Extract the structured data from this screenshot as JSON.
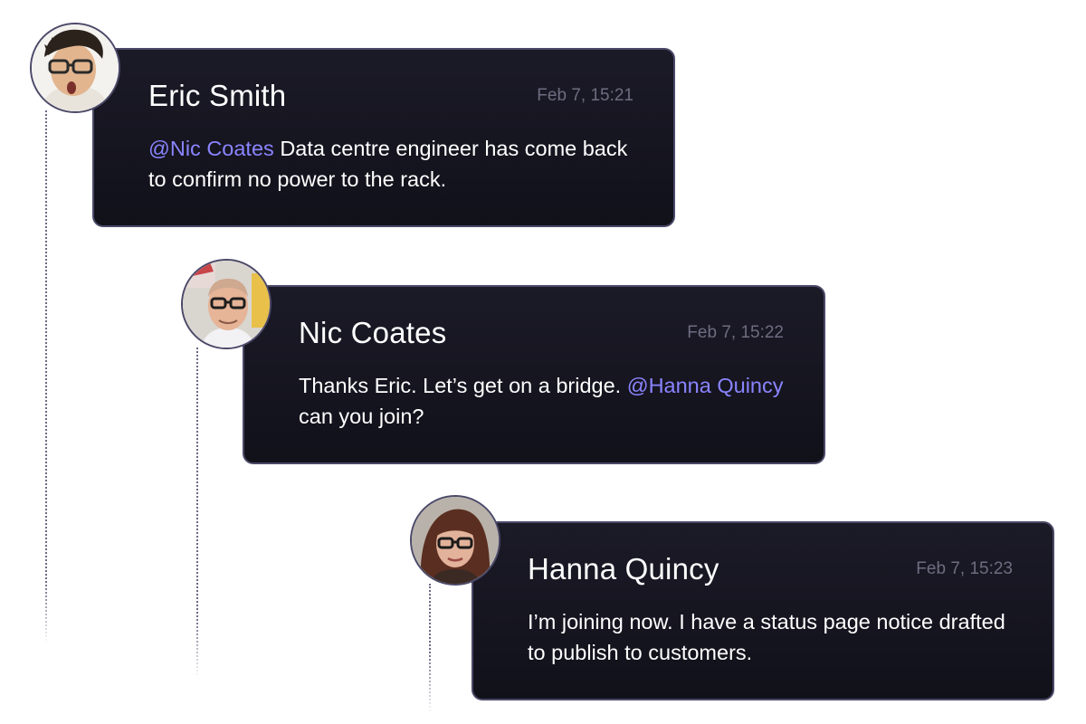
{
  "messages": [
    {
      "author": "Eric Smith",
      "time": "Feb 7, 15:21",
      "mention": "@Nic Coates",
      "text": " Data centre engineer has come back to confirm no power to the rack.",
      "avatar_icon": "eric-avatar"
    },
    {
      "author": "Nic Coates",
      "time": "Feb 7, 15:22",
      "text_before": "Thanks Eric. Let’s get on a bridge. ",
      "mention": "@Hanna Quincy",
      "text_after": " can you join?",
      "avatar_icon": "nic-avatar"
    },
    {
      "author": "Hanna Quincy",
      "time": "Feb 7, 15:23",
      "text": "I’m joining now. I have a status page notice drafted to publish to customers.",
      "avatar_icon": "hanna-avatar"
    }
  ],
  "colors": {
    "card_bg": "#15141f",
    "card_border": "#4b4968",
    "mention": "#8a84ff",
    "timestamp": "#6e6c80",
    "thread_line": "#6b6a86"
  }
}
